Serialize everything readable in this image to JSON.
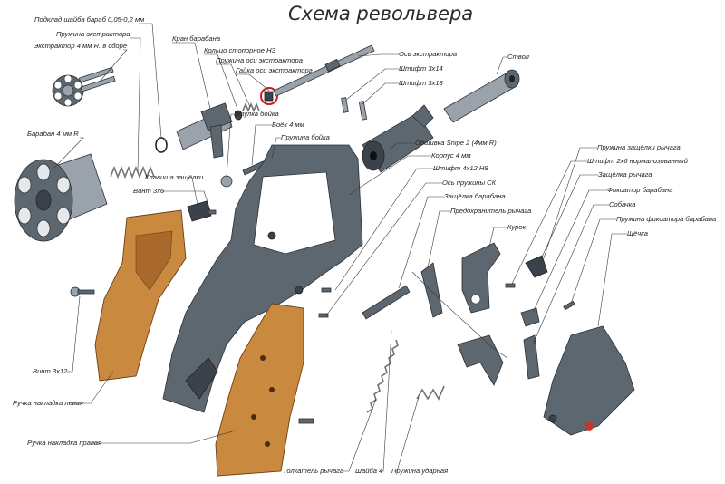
{
  "title": "Схема револьвера",
  "colors": {
    "steel": "#5d6770",
    "steel_light": "#9aa3ab",
    "wood": "#c9893f",
    "highlight_ring": "#d11b1b",
    "leader": "#3a3a3a"
  },
  "labels": {
    "podklad": "Подклад шайба бараб 0,05-0,2 мм",
    "pruzh_ekstr": "Пружина экстрактора",
    "ekstraktor": "Экстрактор 4 мм R. в сборе",
    "baraban": "Барабан 4 мм R",
    "kran": "Кран барабана",
    "koltso": "Кольцо стопорное НЗ",
    "pruzh_osi": "Пружина оси экстрактора",
    "gaika": "Гайка оси экстрактора",
    "os_ekstr": "Ось экстрактора",
    "vtulka": "Втулка бойка",
    "boek": "Боёк 4 мм",
    "pruzh_boika": "Пружина бойка",
    "klavisha": "Клавиша защёлки",
    "vint3x6": "Винт 3х6",
    "stvol": "Ствол",
    "shtift3x14": "Штифт 3х14",
    "shtift3x18": "Штифт 3х18",
    "obshivka": "Обшивка Snipe 2 (4мм R)",
    "korpus": "Корпус 4 мм",
    "shtift4x12": "Штифт 4х12 Н8",
    "os_pruzh": "Ось пружины СК",
    "zashchelka_bar": "Защёлка барабана",
    "predohr": "Предохранитель рычага",
    "kurok": "Курок",
    "pruzh_zashch": "Пружина защёлки рычага",
    "shtift2x6": "Штифт 2х6 нормализованный",
    "zashch_rych": "Защёлка рычага",
    "fiksator": "Фиксатор барабана",
    "sobachka": "Собачка",
    "pruzh_fiks": "Пружина фиксатора барабана",
    "shcheka": "Щёчка",
    "vint3x12": "Винт 3х12",
    "ruchka_lev": "Ручка накладка левая",
    "ruchka_prav": "Ручка накладка правая",
    "tolkatel": "Толкатель рычага",
    "shaiba4": "Шайба 4",
    "pruzh_udar": "Пружина ударная"
  }
}
